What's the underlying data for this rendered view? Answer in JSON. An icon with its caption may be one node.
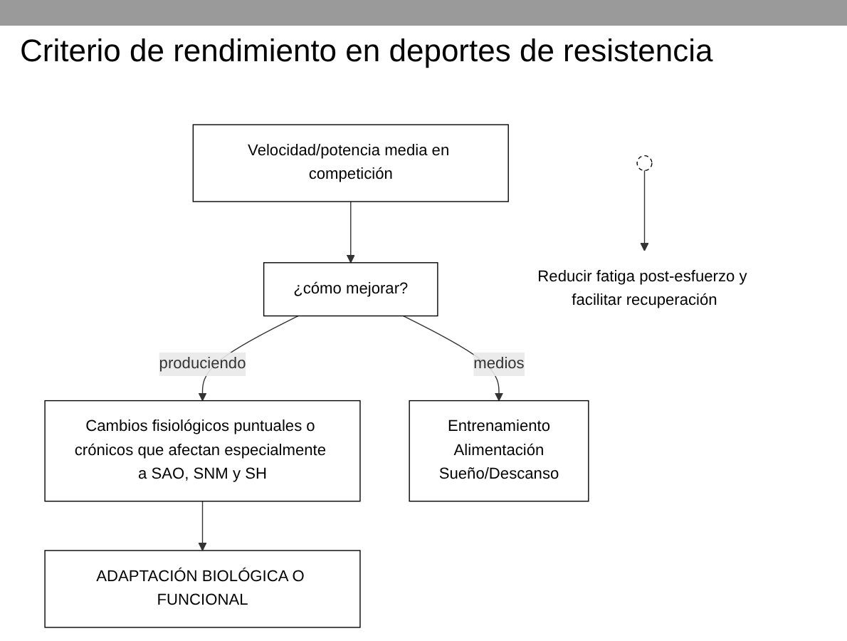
{
  "diagram": {
    "title": "Criterio de rendimiento en deportes de resistencia",
    "nodes": [
      {
        "text": [
          "Velocidad/potencia media en competición"
        ]
      },
      {
        "text": [
          "¿cómo mejorar?"
        ]
      },
      {
        "text": [
          "Cambios fisiológicos puntuales o crónicos que afectan especialmente a SAO, SNM y SH"
        ]
      },
      {
        "text": [
          "ADAPTACIÓN BIOLÓGICA O FUNCIONAL"
        ]
      },
      {
        "text": [
          "Entrenamiento",
          "Alimentación",
          "Sueño/Descanso"
        ]
      },
      {
        "text": [],
        "shape": "ellipse"
      },
      {
        "text": [
          "Reducir fatiga post-esfuerzo y facilitar recuperación"
        ]
      }
    ],
    "edges": [
      {
        "from": 0,
        "to": 1,
        "arrow": "to"
      },
      {
        "from": 1,
        "to": 2,
        "arrow": "to",
        "label": "produciendo"
      },
      {
        "from": 2,
        "to": 3,
        "arrow": "to"
      },
      {
        "from": 1,
        "to": 4,
        "arrow": "to",
        "label": "medios"
      },
      {
        "from": 5,
        "to": 6,
        "arrow": "to"
      }
    ]
  }
}
